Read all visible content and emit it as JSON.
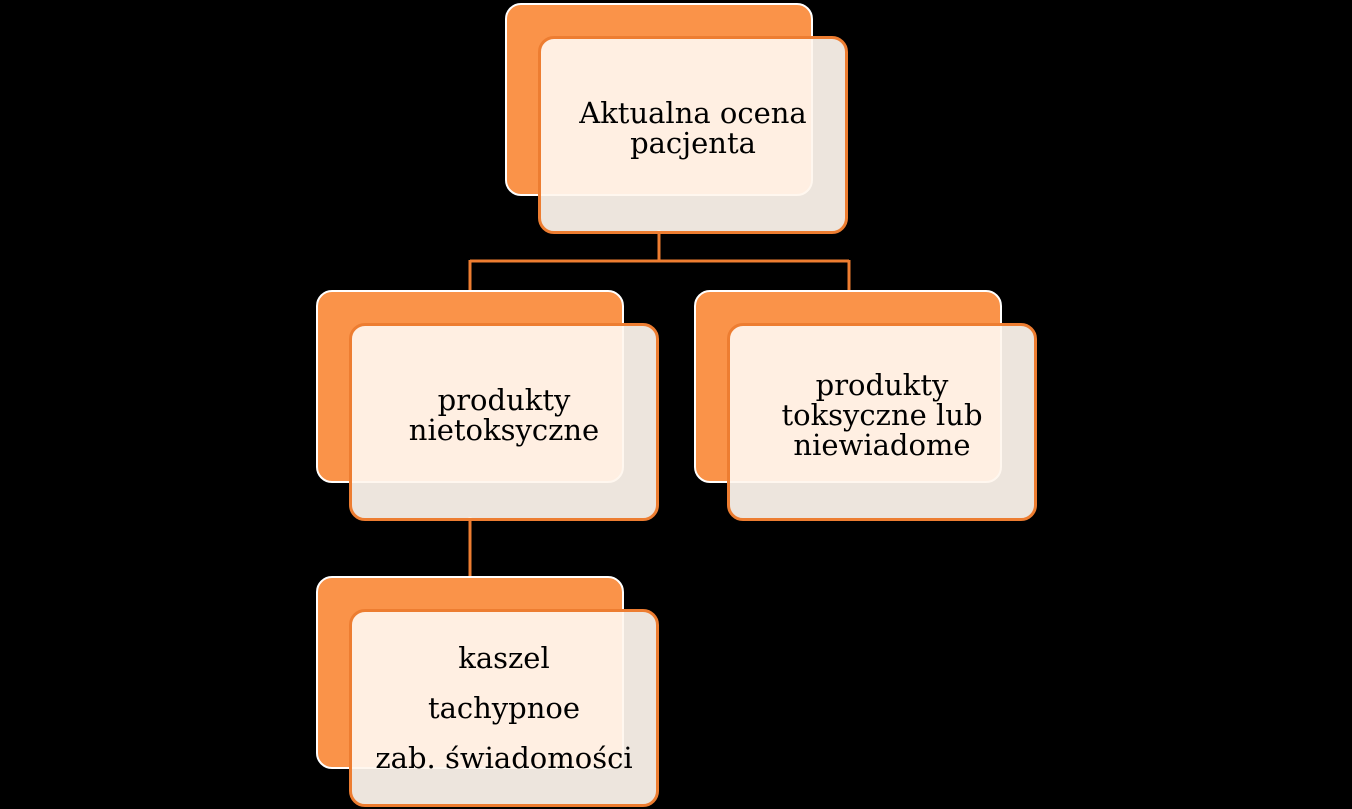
{
  "diagram": {
    "type": "hierarchy",
    "root": {
      "lines": [
        "Aktualna ocena",
        "pacjenta"
      ]
    },
    "left": {
      "lines": [
        "produkty",
        "nietoksyczne"
      ]
    },
    "right": {
      "lines": [
        "produkty",
        "toksyczne lub",
        "niewiadome"
      ]
    },
    "leaf": {
      "lines": [
        "kaszel",
        "tachypnoe",
        "zab. świadomości"
      ]
    },
    "colors": {
      "accent": "#ed7d31",
      "back_fill": "#fa9349",
      "front_fill": "#fff6ee",
      "background": "#000000"
    }
  }
}
